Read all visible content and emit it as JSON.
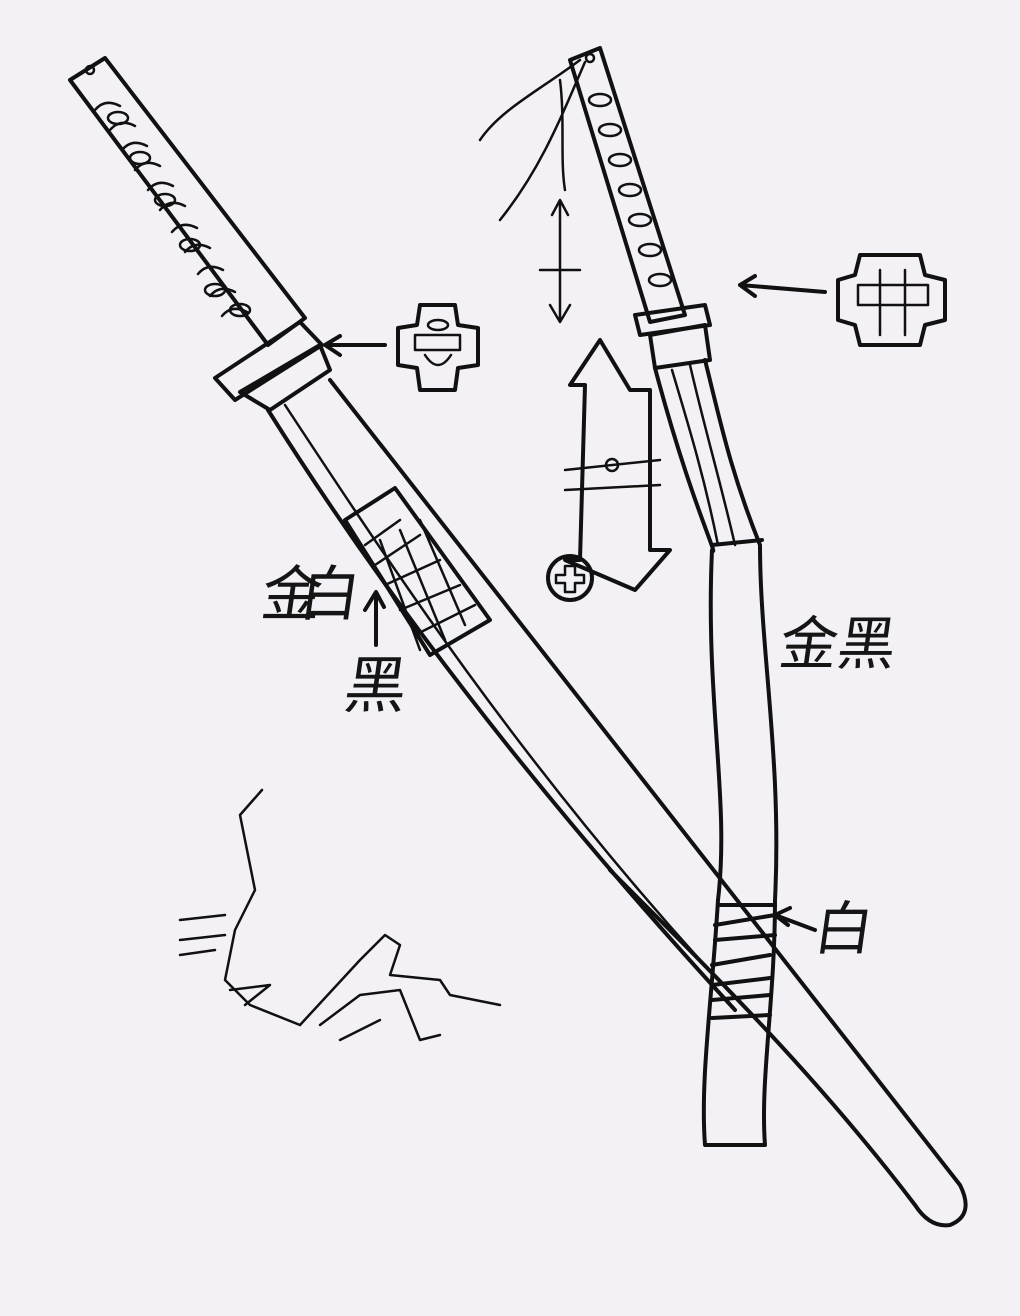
{
  "annotations": {
    "left_scabbard_color": "金白",
    "left_band_color": "黑",
    "right_scabbard_color": "金黑",
    "right_band_color": "白"
  },
  "colors": {
    "paper": "#f3f1f5",
    "ink": "#111111"
  }
}
